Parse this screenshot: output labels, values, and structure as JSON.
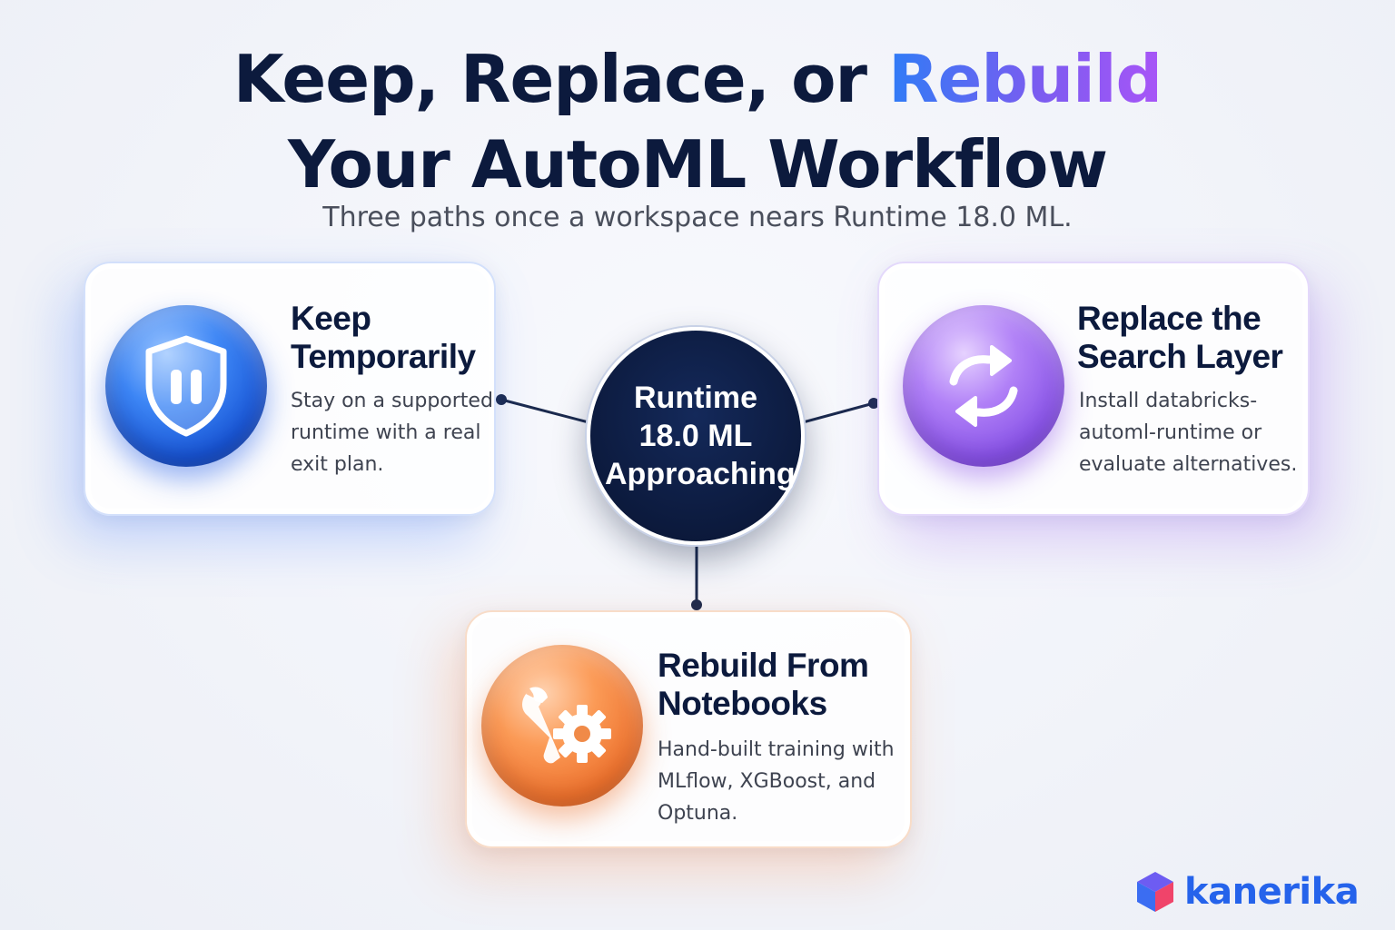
{
  "header": {
    "title_line1_prefix": "Keep, Replace, or ",
    "title_line1_accent": "Rebuild",
    "title_line2": "Your AutoML Workflow",
    "subtitle": "Three paths once a workspace nears Runtime 18.0 ML."
  },
  "center_node": {
    "label": "Runtime\n18.0 ML\nApproaching",
    "color": "#0c1a3d"
  },
  "cards": [
    {
      "title": "Keep\nTemporarily",
      "description": "Stay on a supported\nruntime with a real\nexit plan.",
      "icon": "shield-pause-icon",
      "color": "#2f7cf6"
    },
    {
      "title": "Replace the\nSearch Layer",
      "description": "Install databricks-\nautoml-runtime or\nevaluate alternatives.",
      "icon": "swap-arrows-icon",
      "color": "#8b5cf6"
    },
    {
      "title": "Rebuild From\nNotebooks",
      "description": "Hand-built training with\nMLflow, XGBoost, and\nOptuna.",
      "icon": "wrench-gear-icon",
      "color": "#f07a35"
    }
  ],
  "brand": {
    "name": "kanerika",
    "icon": "cube-logo-icon",
    "color": "#2563eb"
  }
}
